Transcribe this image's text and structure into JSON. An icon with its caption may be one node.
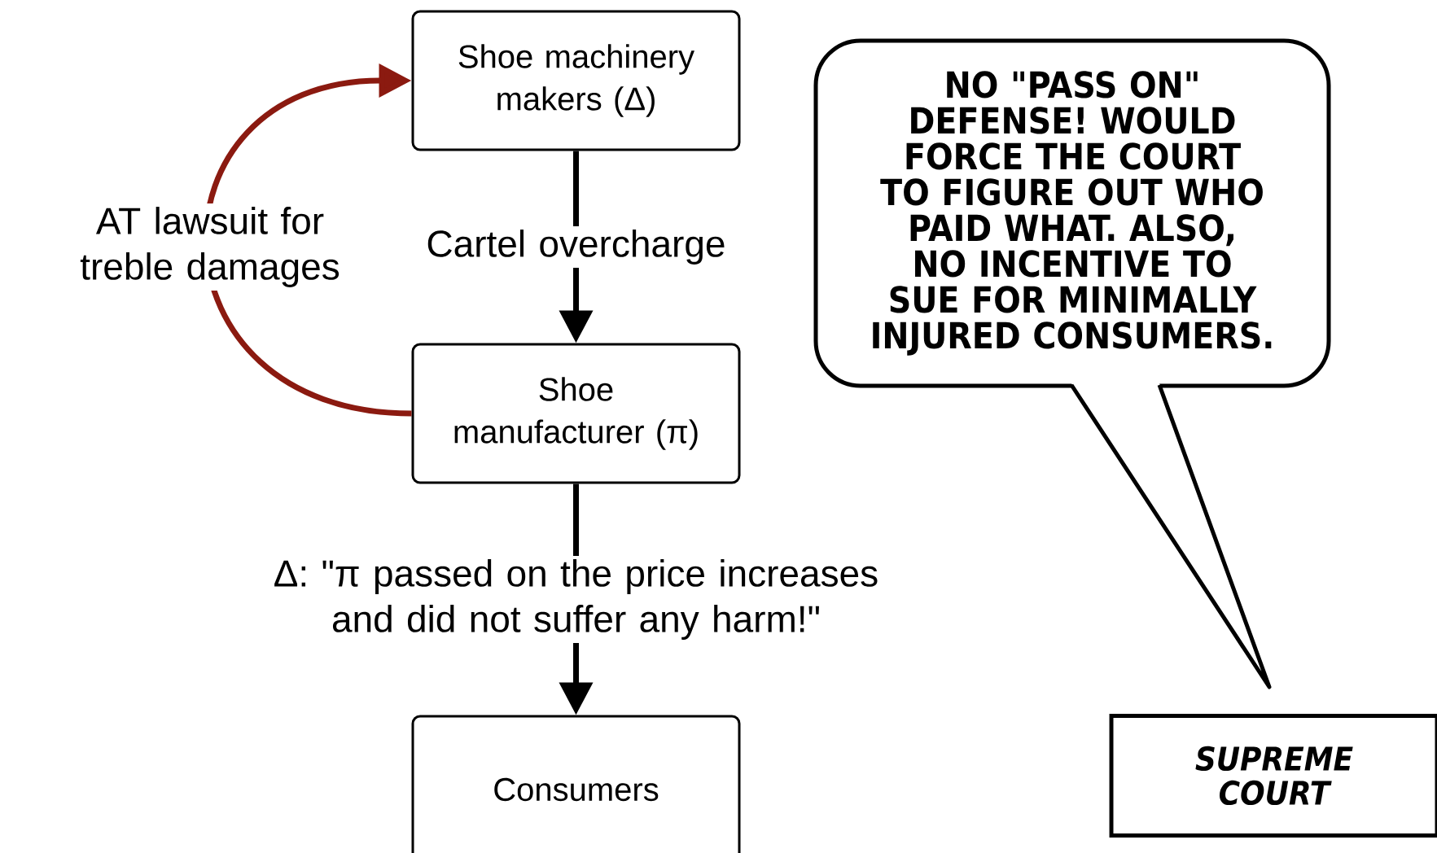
{
  "diagram": {
    "nodes": [
      {
        "text": [
          "Shoe machinery makers (Δ)"
        ]
      },
      {
        "text": [
          "Shoe manufacturer (π)"
        ]
      },
      {
        "text": [
          "Consumers"
        ]
      },
      {
        "text": [
          "NO \"PASS ON\" DEFENSE! WOULD FORCE THE COURT TO FIGURE OUT WHO PAID WHAT. ALSO, NO INCENTIVE TO SUE FOR MINIMALLY INJURED CONSUMERS."
        ]
      },
      {
        "text": [
          "SUPREME COURT"
        ]
      }
    ],
    "edges": [
      {
        "from": 0,
        "to": 1,
        "arrow": "to",
        "label": "Cartel overcharge"
      },
      {
        "from": 1,
        "to": 2,
        "arrow": "to",
        "label": "Δ: \"π passed on the price increases and did not suffer any harm!\""
      },
      {
        "from": 1,
        "to": 0,
        "arrow": "to",
        "label": "AT lawsuit for treble damages",
        "color": "#8b1a10"
      }
    ]
  }
}
